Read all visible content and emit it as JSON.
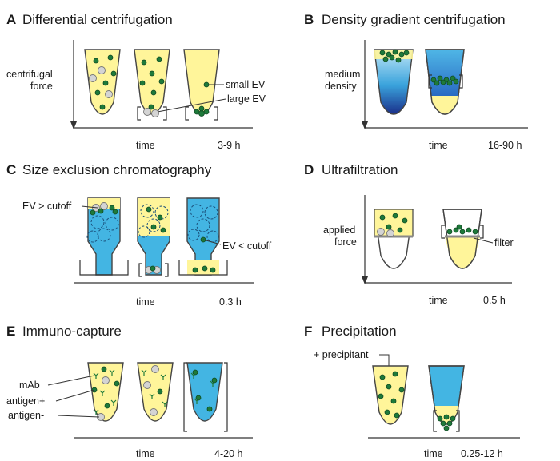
{
  "panels": {
    "a": {
      "letter": "A",
      "title": "Differential centrifugation",
      "axis_label": "centrifugal\nforce",
      "axis_label_1": "centrifugal",
      "axis_label_2": "force",
      "time_label": "time",
      "duration": "3-9 h",
      "callout_small": "small EV",
      "callout_large": "large EV"
    },
    "b": {
      "letter": "B",
      "title": "Density gradient centrifugation",
      "axis_label_1": "medium",
      "axis_label_2": "density",
      "time_label": "time",
      "duration": "16-90 h"
    },
    "c": {
      "letter": "C",
      "title": "Size exclusion chromatography",
      "callout_big": "EV > cutoff",
      "callout_small": "EV < cutoff",
      "time_label": "time",
      "duration": "0.3 h"
    },
    "d": {
      "letter": "D",
      "title": "Ultrafiltration",
      "axis_label_1": "applied",
      "axis_label_2": "force",
      "callout_filter": "filter",
      "time_label": "time",
      "duration": "0.5 h"
    },
    "e": {
      "letter": "E",
      "title": "Immuno-capture",
      "label_mab": "mAb",
      "label_pos": "antigen+",
      "label_neg": "antigen-",
      "time_label": "time",
      "duration": "4-20 h"
    },
    "f": {
      "letter": "F",
      "title": "Precipitation",
      "label_precip": "+ precipitant",
      "time_label": "time",
      "duration": "0.25-12 h"
    }
  },
  "colors": {
    "medium_yellow": "#fff59a",
    "buffer_blue": "#43b5e3",
    "small_ev": "#1e7a3a",
    "large_ev": "#d4d4d4"
  }
}
